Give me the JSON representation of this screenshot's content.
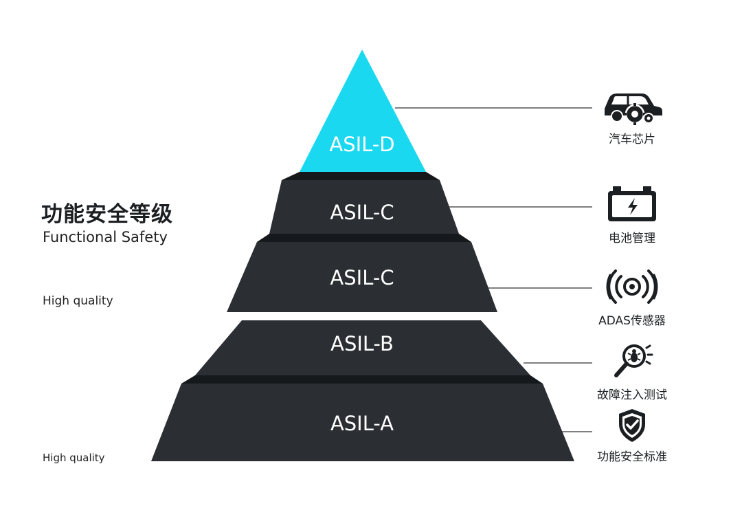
{
  "title": {
    "zh": "功能安全等级",
    "en": "Functional Safety"
  },
  "side_notes": [
    "High quality",
    "High quality"
  ],
  "tiers": [
    {
      "label": "ASIL-D",
      "color": "#1ad8ef"
    },
    {
      "label": "ASIL-C",
      "color": "#2b2f33"
    },
    {
      "label": "ASIL-C",
      "color": "#2b2f33"
    },
    {
      "label": "ASIL-B",
      "color": "#2b2f33"
    },
    {
      "label": "ASIL-A",
      "color": "#2b2f33"
    }
  ],
  "callouts": [
    {
      "label": "汽车芯片",
      "icon": "car-gear-icon"
    },
    {
      "label": "电池管理",
      "icon": "battery-icon"
    },
    {
      "label": "ADAS传感器",
      "icon": "sensor-waves-icon"
    },
    {
      "label": "故障注入测试",
      "icon": "magnifier-bug-icon"
    },
    {
      "label": "功能安全标准",
      "icon": "shield-check-icon"
    }
  ],
  "colors": {
    "accent": "#1ad8ef",
    "tier_dark": "#2b2f33",
    "tier_shadow": "#1b1e21",
    "connector": "#555555"
  }
}
